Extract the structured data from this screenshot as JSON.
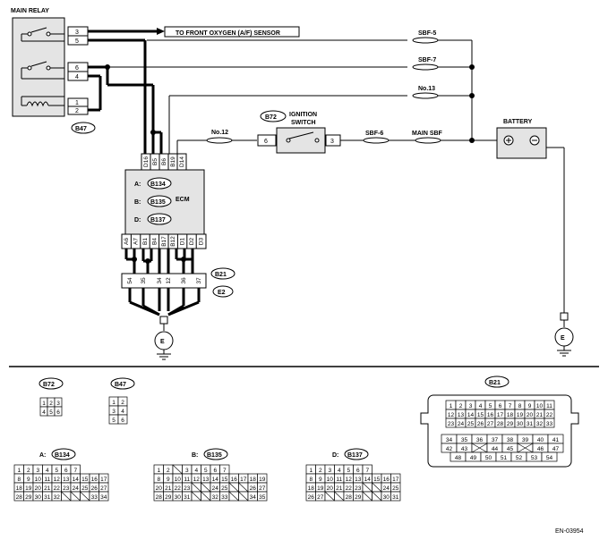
{
  "labels": {
    "main_relay": "MAIN RELAY",
    "to_oxygen": "TO FRONT OXYGEN (A/F) SENSOR",
    "sbf5": "SBF-5",
    "sbf7": "SBF-7",
    "no13": "No.13",
    "no12": "No.12",
    "b72_tag": "B72",
    "ign1": "IGNITION",
    "ign2": "SWITCH",
    "sbf6": "SBF-6",
    "main_sbf": "MAIN SBF",
    "battery": "BATTERY",
    "b47_tag": "B47",
    "ecm": "ECM",
    "a_pfx": "A:",
    "b_pfx": "B:",
    "d_pfx": "D:",
    "b134": "B134",
    "b135": "B135",
    "b137": "B137",
    "b21": "B21",
    "e2": "E2",
    "ground": "E",
    "code": "EN-03954"
  },
  "relay_pins": [
    "3",
    "5",
    "6",
    "4",
    "1",
    "2"
  ],
  "ign_pins": [
    "6",
    "3"
  ],
  "ecm_top_pins": [
    "D16",
    "B5",
    "B6",
    "B19",
    "D14"
  ],
  "ecm_bottom_pins": [
    "A6",
    "A7",
    "B1",
    "B4",
    "B17",
    "B12",
    "D1",
    "D2",
    "D3"
  ],
  "e2_pins": [
    "54",
    "35",
    "34",
    "12",
    "36",
    "37"
  ],
  "connectors": {
    "b72": {
      "tag": "B72",
      "rows": [
        [
          "1",
          "2",
          "3"
        ],
        [
          "4",
          "5",
          "6"
        ]
      ]
    },
    "b47": {
      "tag": "B47",
      "rows": [
        [
          "1",
          "2"
        ],
        [
          "3",
          "4"
        ],
        [
          "5",
          "6"
        ]
      ]
    },
    "b21": {
      "tag": "B21",
      "rows": [
        [
          "1",
          "2",
          "3",
          "4",
          "5",
          "6",
          "7",
          "8",
          "9",
          "10",
          "11"
        ],
        [
          "12",
          "13",
          "14",
          "15",
          "16",
          "17",
          "18",
          "19",
          "20",
          "21",
          "22"
        ],
        [
          "23",
          "24",
          "25",
          "26",
          "27",
          "28",
          "29",
          "30",
          "31",
          "32",
          "33"
        ],
        [
          "34",
          "35",
          "36",
          "37",
          "38",
          "39",
          "40",
          "41"
        ],
        [
          "42",
          "43",
          "",
          "44",
          "45",
          "",
          "46",
          "47"
        ],
        [
          "48",
          "49",
          "50",
          "51",
          "52",
          "53",
          "54"
        ]
      ]
    },
    "b134": {
      "prefix": "A:",
      "tag": "B134",
      "rows": [
        [
          "1",
          "2",
          "3",
          "4",
          "5",
          "6",
          "7"
        ],
        [
          "8",
          "9",
          "10",
          "11",
          "12",
          "13",
          "14",
          "15",
          "16",
          "17"
        ],
        [
          "18",
          "19",
          "20",
          "21",
          "22",
          "23",
          "24",
          "25",
          "26",
          "27"
        ],
        [
          "28",
          "29",
          "30",
          "31",
          "32",
          "",
          "",
          "",
          "33",
          "34"
        ]
      ]
    },
    "b135": {
      "prefix": "B:",
      "tag": "B135",
      "rows": [
        [
          "1",
          "2",
          "",
          "3",
          "4",
          "5",
          "6",
          "7"
        ],
        [
          "8",
          "9",
          "10",
          "11",
          "12",
          "13",
          "14",
          "15",
          "16",
          "17",
          "18",
          "19"
        ],
        [
          "20",
          "21",
          "22",
          "23",
          "",
          "",
          "24",
          "25",
          "",
          "",
          "26",
          "27"
        ],
        [
          "28",
          "29",
          "30",
          "31",
          "",
          "",
          "32",
          "33",
          "",
          "",
          "34",
          "35"
        ]
      ]
    },
    "b137": {
      "prefix": "D:",
      "tag": "B137",
      "rows": [
        [
          "1",
          "2",
          "3",
          "4",
          "5",
          "6",
          "7"
        ],
        [
          "8",
          "9",
          "10",
          "11",
          "12",
          "13",
          "14",
          "15",
          "16",
          "17"
        ],
        [
          "18",
          "19",
          "20",
          "21",
          "22",
          "23",
          "",
          "",
          "24",
          "25"
        ],
        [
          "26",
          "27",
          "",
          "",
          "28",
          "29",
          "",
          "",
          "30",
          "31"
        ]
      ]
    }
  }
}
